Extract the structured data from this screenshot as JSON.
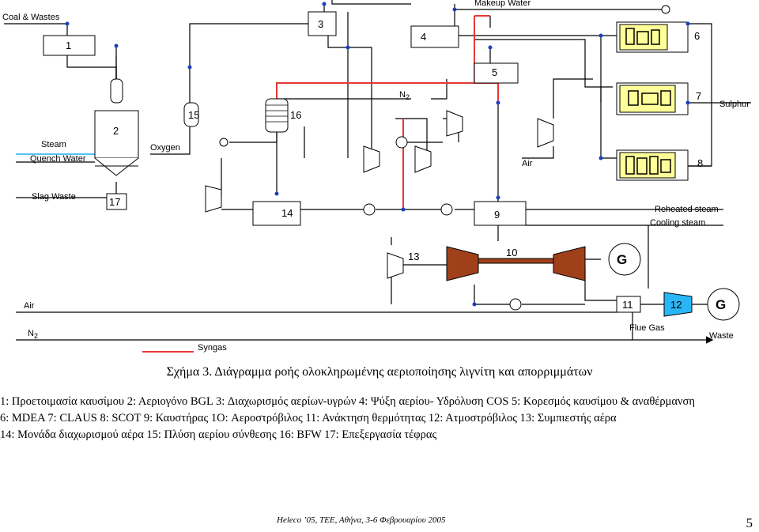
{
  "streams": {
    "coal_wastes": "Coal & Wastes",
    "makeup_water": "Makeup Water",
    "steam": "Steam",
    "quench_water": "Quench Water",
    "oxygen": "Oxygen",
    "slag_waste": "Slag Waste",
    "n2_top": "N",
    "n2_top_sub": "2",
    "air_mid": "Air",
    "sulphur": "Sulphur",
    "reheated_steam": "Reheated steam",
    "cooling_steam": "Cooling steam",
    "air_bottom": "Air",
    "n2_bottom": "N",
    "n2_bottom_sub": "2",
    "flue_gas": "Flue Gas",
    "waste": "Waste",
    "syngas": "Syngas",
    "generator": "G"
  },
  "units": {
    "u1": "1",
    "u2": "2",
    "u3": "3",
    "u4": "4",
    "u5": "5",
    "u6": "6",
    "u7": "7",
    "u8": "8",
    "u9": "9",
    "u10": "10",
    "u11": "11",
    "u12": "12",
    "u13": "13",
    "u14": "14",
    "u15": "15",
    "u16": "16",
    "u17": "17"
  },
  "colors": {
    "steam_line": "#4fc3f7",
    "syngas_line": "#e53935",
    "turbine": "#a0401a",
    "yellow_unit": "#ffff99",
    "unit12": "#29b6f6"
  },
  "caption": "Σχήμα 3. Διάγραμμα ροής ολοκληρωμένης  αεριοποίησης λιγνίτη και απορριμμάτων",
  "legend": [
    "1: Προετοιμασία καυσίμου  2: Αεριογόνο BGL    3: Διαχωρισμός αερίων-υγρών  4: Ψύξη αερίου- Υδρόλυση COS  5: Κορεσμός καυσίμου & αναθέρμανση",
    " 6: MDEA   7:  CLAUS   8:  SCOT    9: Καυστήρας  1O: Αεροστρόβιλος 11: Ανάκτηση θερμότητας 12: Ατμοστρόβιλος 13: Συμπιεστής αέρα",
    "14: Μονάδα διαχωρισμού αέρα  15: Πλύση αερίου σύνθεσης  16: BFW   17: Επεξεργασία τέφρας"
  ],
  "footer": "Heleco ’05, ΤΕΕ, Αθήνα, 3-6 Φεβρουαρίου 2005",
  "page_number": "5"
}
